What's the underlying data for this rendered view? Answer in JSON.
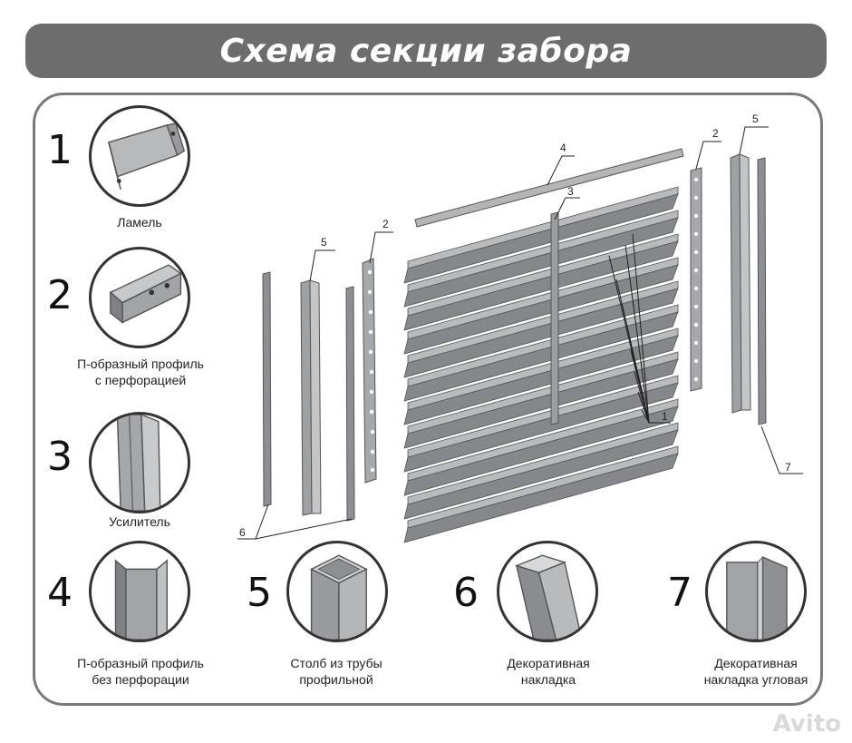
{
  "title": "Схема секции забора",
  "legend": [
    {
      "num": "1",
      "label_lines": [
        "Ламель"
      ],
      "icon": "lamella-icon"
    },
    {
      "num": "2",
      "label_lines": [
        "П-образный профиль",
        "с перфорацией"
      ],
      "icon": "u-profile-perforated-icon"
    },
    {
      "num": "3",
      "label_lines": [
        "Усилитель"
      ],
      "icon": "reinforcer-icon"
    },
    {
      "num": "4",
      "label_lines": [
        "П-образный профиль",
        "без перфорации"
      ],
      "icon": "u-profile-icon"
    },
    {
      "num": "5",
      "label_lines": [
        "Столб из трубы",
        "профильной"
      ],
      "icon": "square-post-icon"
    },
    {
      "num": "6",
      "label_lines": [
        "Декоративная",
        "накладка"
      ],
      "icon": "decorative-cover-icon"
    },
    {
      "num": "7",
      "label_lines": [
        "Декоративная",
        "накладка угловая"
      ],
      "icon": "corner-cover-icon"
    }
  ],
  "callouts": {
    "c1": "1",
    "c2a": "2",
    "c2b": "2",
    "c3": "3",
    "c4": "4",
    "c5a": "5",
    "c5b": "5",
    "c6": "6",
    "c7": "7"
  },
  "watermark": "Avito",
  "colors": {
    "banner": "#6d6d6d",
    "metal": "#a9aaac",
    "metal_dark": "#7c7d80",
    "outline": "#7a7a7a"
  }
}
